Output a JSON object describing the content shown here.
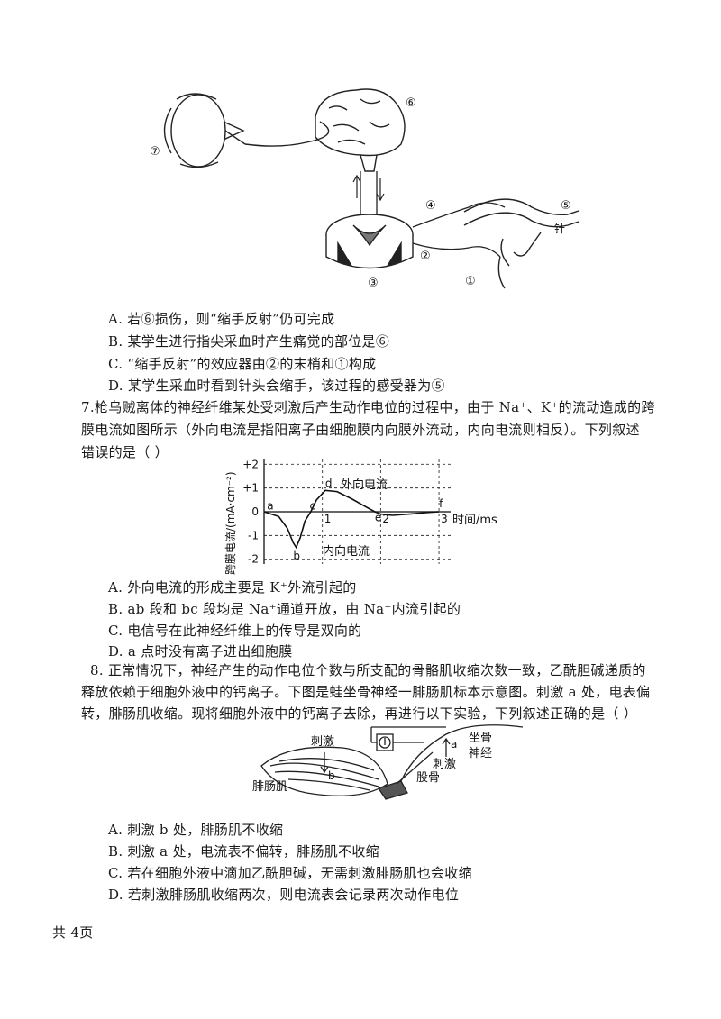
{
  "figure1": {
    "labels": {
      "n1": "①",
      "n2": "②",
      "n3": "③",
      "n4": "④",
      "n5": "⑤",
      "n6": "⑥",
      "n7": "⑦",
      "needle": "针"
    }
  },
  "q6": {
    "options": [
      "A. 若⑥损伤，则“缩手反射”仍可完成",
      "B. 某学生进行指尖采血时产生痛觉的部位是⑥",
      "C. “缩手反射”的效应器由②的末梢和①构成",
      "D. 某学生采血时看到针头会缩手，该过程的感受器为⑤"
    ]
  },
  "q7": {
    "stem": [
      "7.枪乌贼离体的神经纤维某处受刺激后产生动作电位的过程中，由于 Na⁺、K⁺的流动造成的跨",
      "膜电流如图所示（外向电流是指阳离子由细胞膜内向膜外流动，内向电流则相反）。下列叙述",
      "错误的是（      ）"
    ],
    "options": [
      "A. 外向电流的形成主要是 K⁺外流引起的",
      "B. ab 段和 bc 段均是 Na⁺通道开放，由 Na⁺内流引起的",
      "C. 电信号在此神经纤维上的传导是双向的",
      "D. a 点时没有离子进出细胞膜"
    ]
  },
  "chart_data": {
    "type": "line",
    "xlabel": "时间/ms",
    "ylabel": "跨膜电流/(mA·cm⁻²)",
    "x_ticks": [
      "1",
      "2",
      "3"
    ],
    "y_ticks": [
      "+2",
      "+1",
      "0",
      "-1",
      "-2"
    ],
    "xlim": [
      0,
      3.2
    ],
    "ylim": [
      -2.2,
      2.2
    ],
    "grid": true,
    "annotations": [
      "外向电流",
      "内向电流"
    ],
    "point_labels": [
      "a",
      "b",
      "c",
      "d",
      "e",
      "f"
    ],
    "series": [
      {
        "x": [
          0,
          0.25,
          0.4,
          0.5,
          0.55,
          0.62,
          0.7,
          0.8,
          0.9,
          1.05,
          1.25,
          1.5,
          1.75,
          1.9,
          2.0,
          2.2,
          2.5,
          2.8,
          3.0
        ],
        "y": [
          0,
          -0.2,
          -0.7,
          -1.3,
          -1.5,
          -1.1,
          -0.4,
          0,
          0.5,
          0.9,
          0.85,
          0.55,
          0.2,
          0,
          -0.1,
          -0.15,
          -0.1,
          -0.03,
          0
        ]
      }
    ]
  },
  "q8": {
    "stem": [
      "8. 正常情况下，神经产生的动作电位个数与所支配的骨骼肌收缩次数一致，乙酰胆碱递质的",
      "释放依赖于细胞外液中的钙离子。下图是蛙坐骨神经一腓肠肌标本示意图。刺激 a 处，电表偏",
      "转，腓肠肌收缩。现将细胞外液中的钙离子去除，再进行以下实验，下列叙述正确的是（      ）"
    ],
    "figure": {
      "stim1": "刺激",
      "stim2": "刺激",
      "muscle": "腓肠肌",
      "bone": "股骨",
      "nerve1": "坐骨",
      "nerve2": "神经",
      "pt_a": "a",
      "pt_b": "b"
    },
    "options": [
      "A. 刺激 b 处，腓肠肌不收缩",
      "B. 刺激 a 处，电流表不偏转，腓肠肌不收缩",
      "C. 若在细胞外液中滴加乙酰胆碱，无需刺激腓肠肌也会收缩",
      "D. 若刺激腓肠肌收缩两次，则电流表会记录两次动作电位"
    ]
  },
  "footer": {
    "pages": "共 4页"
  }
}
